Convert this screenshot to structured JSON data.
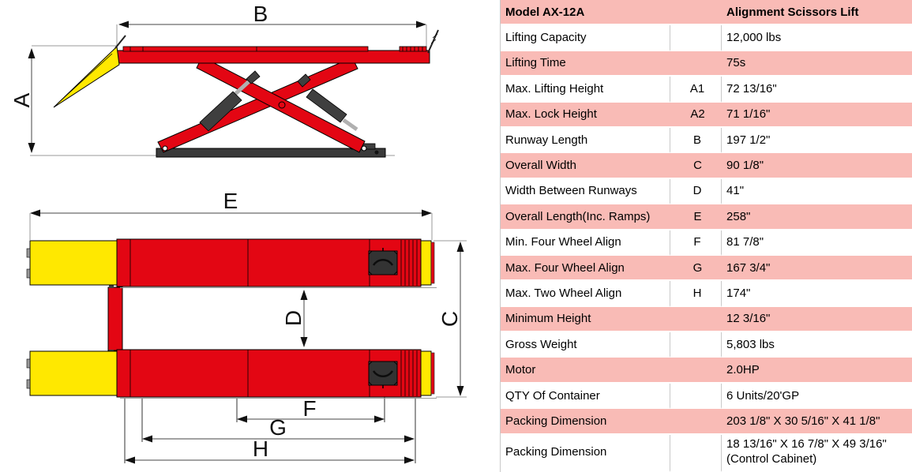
{
  "diagram": {
    "labels": {
      "a": "A",
      "b": "B",
      "c": "C",
      "d": "D",
      "e": "E",
      "f": "F",
      "g": "G",
      "h": "H"
    },
    "colors": {
      "red": "#E30613",
      "yellow": "#FFE800",
      "dark": "#3A3A3A"
    }
  },
  "table": {
    "header": {
      "model": "Model AX-12A",
      "product": "Alignment Scissors Lift"
    },
    "accent_color": "#F9BBB6",
    "rows": [
      {
        "label": "Lifting Capacity",
        "ref": "",
        "value": "12,000 lbs"
      },
      {
        "label": "Lifting Time",
        "ref": "",
        "value": "75s"
      },
      {
        "label": "Max. Lifting Height",
        "ref": "A1",
        "value": "72 13/16\""
      },
      {
        "label": "Max. Lock Height",
        "ref": "A2",
        "value": "71 1/16\""
      },
      {
        "label": "Runway Length",
        "ref": "B",
        "value": "197 1/2\""
      },
      {
        "label": "Overall Width",
        "ref": "C",
        "value": "90 1/8\""
      },
      {
        "label": "Width Between Runways",
        "ref": "D",
        "value": "41\""
      },
      {
        "label": "Overall Length(Inc. Ramps)",
        "ref": "E",
        "value": "258\""
      },
      {
        "label": "Min. Four Wheel Align",
        "ref": "F",
        "value": "81 7/8\""
      },
      {
        "label": "Max. Four Wheel Align",
        "ref": "G",
        "value": "167 3/4\""
      },
      {
        "label": "Max. Two Wheel Align",
        "ref": "H",
        "value": "174\""
      },
      {
        "label": "Minimum Height",
        "ref": "",
        "value": "12 3/16\""
      },
      {
        "label": "Gross Weight",
        "ref": "",
        "value": "5,803 lbs"
      },
      {
        "label": "Motor",
        "ref": "",
        "value": "2.0HP"
      },
      {
        "label": "QTY Of Container",
        "ref": "",
        "value": "6 Units/20'GP"
      },
      {
        "label": "Packing Dimension",
        "ref": "",
        "value": "203 1/8\" X 30 5/16\" X 41 1/8\""
      },
      {
        "label": "Packing Dimension",
        "ref": "",
        "value": "18 13/16\" X 16 7/8\" X 49 3/16\" (Control Cabinet)"
      }
    ]
  }
}
